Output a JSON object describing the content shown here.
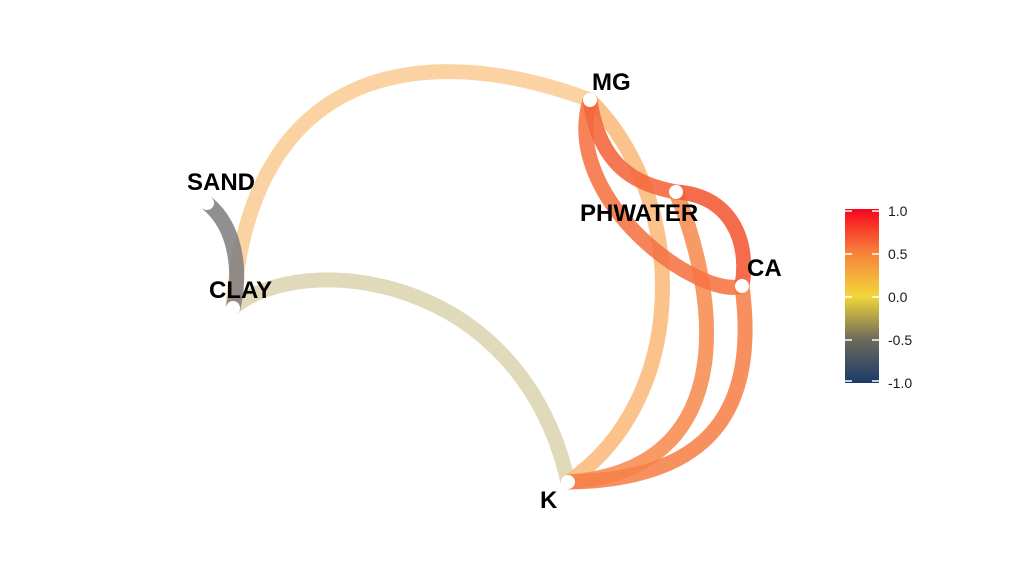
{
  "chart_data": {
    "type": "network",
    "nodes": [
      {
        "id": "MG",
        "label": "MG"
      },
      {
        "id": "PHWATER",
        "label": "PHWATER"
      },
      {
        "id": "CA",
        "label": "CA"
      },
      {
        "id": "K",
        "label": "K"
      },
      {
        "id": "CLAY",
        "label": "CLAY"
      },
      {
        "id": "SAND",
        "label": "SAND"
      }
    ],
    "edges": [
      {
        "source": "CLAY",
        "target": "MG",
        "value": 0.35
      },
      {
        "source": "CLAY",
        "target": "K",
        "value": 0.05
      },
      {
        "source": "SAND",
        "target": "CLAY",
        "value": -0.35
      },
      {
        "source": "MG",
        "target": "K",
        "value": 0.45
      },
      {
        "source": "MG",
        "target": "CA",
        "value": 0.7
      },
      {
        "source": "MG",
        "target": "PHWATER",
        "value": 0.75
      },
      {
        "source": "PHWATER",
        "target": "CA",
        "value": 0.8
      },
      {
        "source": "PHWATER",
        "target": "K",
        "value": 0.6
      },
      {
        "source": "CA",
        "target": "K",
        "value": 0.65
      }
    ],
    "legend": {
      "position": "right",
      "ticks": [
        "1.0",
        "0.5",
        "0.0",
        "-0.5",
        "-1.0"
      ],
      "colors": {
        "low": "#1b3a6b",
        "mid": "#f2d63a",
        "high": "#f8051d"
      }
    }
  }
}
